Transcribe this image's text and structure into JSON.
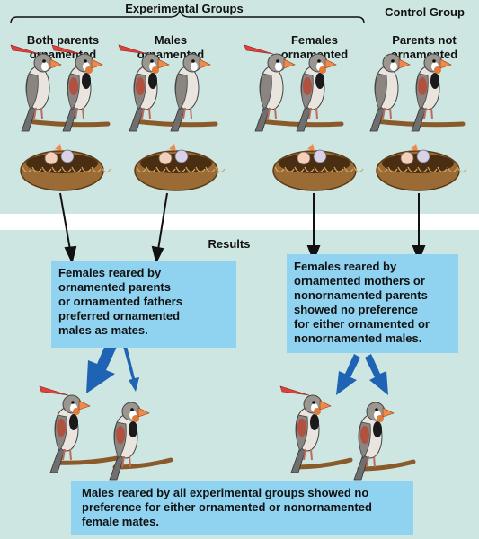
{
  "header": {
    "experimental_label": "Experimental Groups",
    "control_label": "Control Group"
  },
  "groups": [
    {
      "label": "Both parents ornamented",
      "line1": "Both parents",
      "line2": "ornamented"
    },
    {
      "label": "Males ornamented",
      "line1": "Males",
      "line2": "ornamented"
    },
    {
      "label": "Females ornamented",
      "line1": "Females",
      "line2": "ornamented"
    },
    {
      "label": "Parents not ornamented",
      "line1": "Parents not",
      "line2": "ornamented"
    }
  ],
  "results": {
    "title": "Results",
    "left_box": [
      "Females reared by",
      "ornamented parents",
      "or ornamented fathers",
      "preferred ornamented",
      "males as mates."
    ],
    "right_box": [
      "Females reared by",
      "ornamented mothers or",
      "nonornamented parents",
      "showed no preference",
      "for either ornamented or",
      "nonornamented males."
    ],
    "bottom_box": [
      "Males reared by all experimental groups showed no",
      "preference for either ornamented or nonornamented",
      "female mates."
    ]
  },
  "colors": {
    "panel": "#cde6e1",
    "box": "#8fd3f0",
    "ornament": "#e0403a",
    "beak": "#f08a4b",
    "nest": "#b07a3e"
  }
}
